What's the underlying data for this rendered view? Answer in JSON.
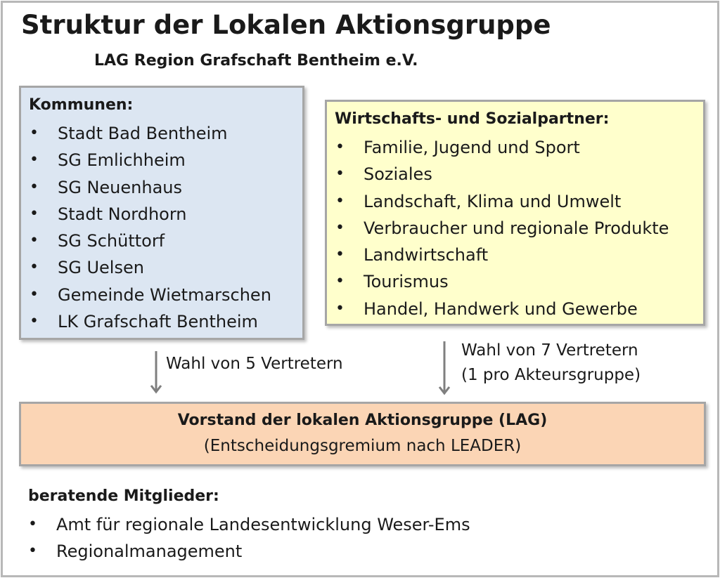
{
  "title": "Struktur der Lokalen Aktionsgruppe",
  "subtitle": "LAG Region Grafschaft Bentheim e.V.",
  "bullet_glyph": "•",
  "kommunen": {
    "heading": "Kommunen:",
    "items": [
      "Stadt Bad Bentheim",
      "SG Emlichheim",
      "SG Neuenhaus",
      "Stadt Nordhorn",
      "SG Schüttorf",
      "SG Uelsen",
      "Gemeinde Wietmarschen",
      "LK Grafschaft Bentheim"
    ]
  },
  "wiso": {
    "heading": "Wirtschafts- und Sozialpartner:",
    "items": [
      "Familie, Jugend und Sport",
      "Soziales",
      "Landschaft, Klima und Umwelt",
      "Verbraucher und regionale Produkte",
      "Landwirtschaft",
      "Tourismus",
      "Handel, Handwerk und Gewerbe"
    ]
  },
  "arrows": {
    "left_label": "Wahl von 5 Vertretern",
    "right_label_line1": "Wahl von 7 Vertretern",
    "right_label_line2": "(1 pro Akteursgruppe)"
  },
  "vorstand": {
    "title": "Vorstand der lokalen Aktionsgruppe (LAG)",
    "subtitle": "(Entscheidungsgremium nach LEADER)"
  },
  "advisory": {
    "heading": "beratende Mitglieder:",
    "items": [
      "Amt für regionale Landesentwicklung Weser-Ems",
      "Regionalmanagement"
    ]
  },
  "colors": {
    "kommunen_fill": "#dce6f2",
    "wiso_fill": "#ffffcc",
    "vorstand_fill": "#fbd5b5",
    "border": "#a6a6a6",
    "arrow": "#7f7f7f"
  }
}
